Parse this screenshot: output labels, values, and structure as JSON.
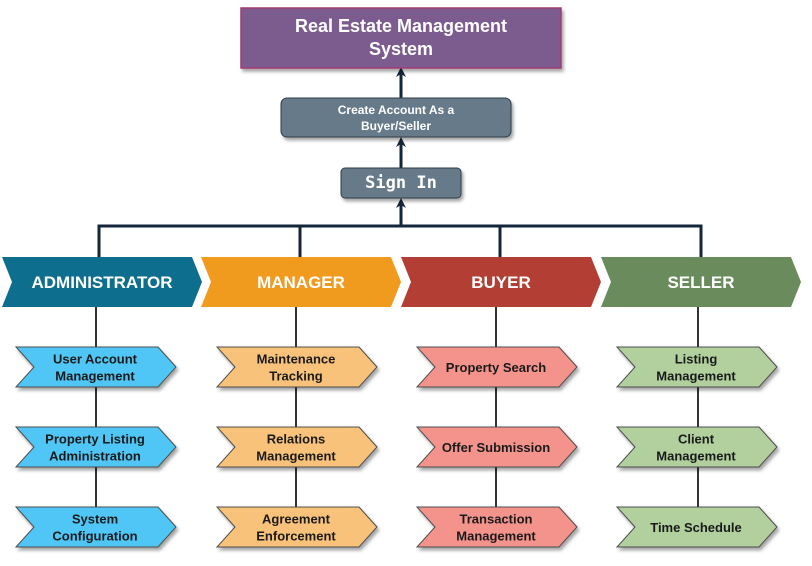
{
  "title": {
    "line1": "Real Estate Management",
    "line2": "System"
  },
  "create_account": {
    "line1": "Create Account As a",
    "line2": "Buyer/Seller"
  },
  "sign_in": "Sign In",
  "roles": [
    {
      "label": "ADMINISTRATOR",
      "color": "#0e6e8e",
      "item_color": "#4fc6f5",
      "items": [
        {
          "lines": [
            "User Account",
            "Management"
          ]
        },
        {
          "lines": [
            "Property Listing",
            "Administration"
          ]
        },
        {
          "lines": [
            "System",
            "Configuration"
          ]
        }
      ]
    },
    {
      "label": "MANAGER",
      "color": "#f09a1e",
      "item_color": "#f8c27a",
      "items": [
        {
          "lines": [
            "Maintenance",
            "Tracking"
          ]
        },
        {
          "lines": [
            "Relations",
            "Management"
          ]
        },
        {
          "lines": [
            "Agreement",
            "Enforcement"
          ]
        }
      ]
    },
    {
      "label": "BUYER",
      "color": "#b23e34",
      "item_color": "#f4938c",
      "items": [
        {
          "lines": [
            "Property Search"
          ]
        },
        {
          "lines": [
            "Offer Submission"
          ]
        },
        {
          "lines": [
            "Transaction",
            "Management"
          ]
        }
      ]
    },
    {
      "label": "SELLER",
      "color": "#6a8c5c",
      "item_color": "#b1d09e",
      "items": [
        {
          "lines": [
            "Listing",
            "Management"
          ]
        },
        {
          "lines": [
            "Client",
            "Management"
          ]
        },
        {
          "lines": [
            "Time Schedule"
          ]
        }
      ]
    }
  ]
}
